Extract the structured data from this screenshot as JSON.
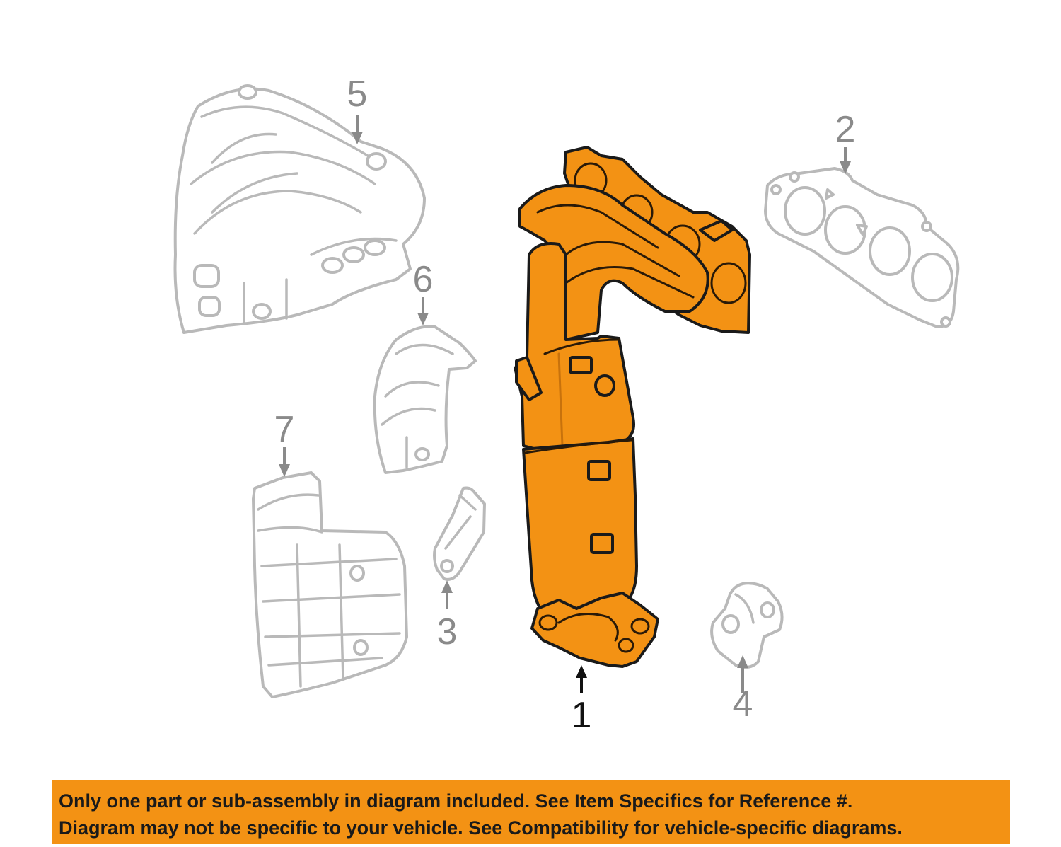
{
  "callouts": [
    {
      "id": "1",
      "label": "1"
    },
    {
      "id": "2",
      "label": "2"
    },
    {
      "id": "3",
      "label": "3"
    },
    {
      "id": "4",
      "label": "4"
    },
    {
      "id": "5",
      "label": "5"
    },
    {
      "id": "6",
      "label": "6"
    },
    {
      "id": "7",
      "label": "7"
    }
  ],
  "highlighted_part": "1",
  "colors": {
    "highlight": "#f39214",
    "ghost_outline": "#b9b9b9",
    "banner": "#f39214",
    "callout_text": "#8a8a8a"
  },
  "disclaimer": {
    "line1": "Only one part or sub-assembly in diagram included. See Item Specifics for Reference #.",
    "line2": "Diagram may not be specific to your vehicle. See Compatibility for vehicle-specific diagrams."
  }
}
